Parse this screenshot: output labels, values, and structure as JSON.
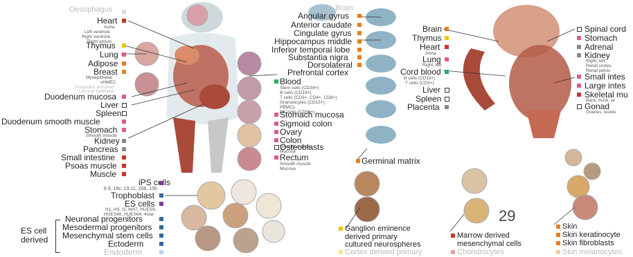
{
  "colors": {
    "red": "#c0392b",
    "orange": "#e67e22",
    "yellow": "#f1c40f",
    "pink": "#e05a8a",
    "green": "#27ae60",
    "blue": "#2e6da4",
    "purple": "#7d3c98",
    "gray": "#888888",
    "outline": "#ffffff"
  },
  "left_panel": {
    "labels": [
      "Oesophagus",
      "Heart",
      "Thymus",
      "Lung",
      "Adipose",
      "Breast",
      "Duodenum mucosa",
      "Liver",
      "Spleen",
      "Duodenum smooth muscle",
      "Stomach",
      "Kidney",
      "Pancreas",
      "Small intestine",
      "Psoas muscle",
      "Muscle"
    ],
    "heart_subs": [
      "Aorta",
      "Left ventricle",
      "Right ventricle",
      "Right atrium"
    ],
    "breast_subs": [
      "Myoepithelial",
      "vHMEC",
      "Progenitor enriched",
      "Luminal epithelial"
    ],
    "stomach_sub": "Smooth muscle"
  },
  "middle_panel": {
    "brain_labels": [
      "Brain",
      "Angular gyrus",
      "Anterior caudate",
      "Cingulate gyrus",
      "Hippocampus middle",
      "Inferior temporal lobe",
      "Substantia nigra",
      "Dorsolateral",
      "Prefrontal cortex"
    ],
    "blood_label": "Blood",
    "blood_subs": [
      "Stem cells (CD34+)",
      "B cells (CD19+)",
      "T cells (CD3+, CD4+, CD8+)",
      "Granulocytes (CD15+)",
      "PBMCs",
      "NK cells (CD56+)"
    ],
    "other_labels": [
      "Stomach mucosa",
      "Sigmoid colon",
      "Ovary",
      "Colon",
      "Osteoblasts",
      "Rectum"
    ],
    "colon_subs": [
      "Smooth muscle",
      "Mucosa"
    ],
    "rectum_subs": [
      "Smooth muscle",
      "Mucosa"
    ],
    "germinal": "Germinal matrix"
  },
  "right_panel": {
    "left_labels": [
      "Brain",
      "Thymus",
      "Heart",
      "Lung",
      "Cord blood",
      "Liver",
      "Spleen",
      "Placenta"
    ],
    "heart_sub": "Aorta",
    "lung_sub": "Right, left",
    "cord_subs": [
      "B cells (CD19+)",
      "T cells (CD3+)"
    ],
    "right_labels": [
      "Spinal cord",
      "Stomach",
      "Adrenal",
      "Kidney",
      "Small intes",
      "Large intes",
      "Skeletal mu",
      "Gonad"
    ],
    "kidney_subs": [
      "Right, left,",
      "Renal cortex,",
      "Renal pelvis"
    ],
    "skeletal_sub": "Back, trunk, ar",
    "gonad_sub": "Ovaries, testes"
  },
  "bottom_left": {
    "labels": [
      "iPS cells",
      "Trophoblast",
      "ES cells",
      "Neuronal progenitors",
      "Mesodermal progenitors",
      "Mesenchymal stem cells",
      "Ectoderm",
      "Endoderm"
    ],
    "ips_sub": "6.9, 18c, 19.11, 20b, 15b",
    "es_subs": [
      "H1, H9, I3, WA7, HUES6,",
      "HUES48, HUES64, 4star"
    ],
    "side_label": [
      "ES cell",
      "derived"
    ]
  },
  "bottom_mid": {
    "labels": [
      "Ganglion eminence",
      "derived primary",
      "cultured neurospheres"
    ],
    "faded": "Cortex derived primary"
  },
  "bottom_mid2": {
    "labels": [
      "Marrow derived",
      "mesenchymal cells"
    ],
    "faded": "Chondrocytes"
  },
  "bottom_right": {
    "labels": [
      "Skin",
      "Skin keratinocyte",
      "Skin fibroblasts"
    ],
    "faded": "Skin melanocytes"
  },
  "page_number": "29"
}
